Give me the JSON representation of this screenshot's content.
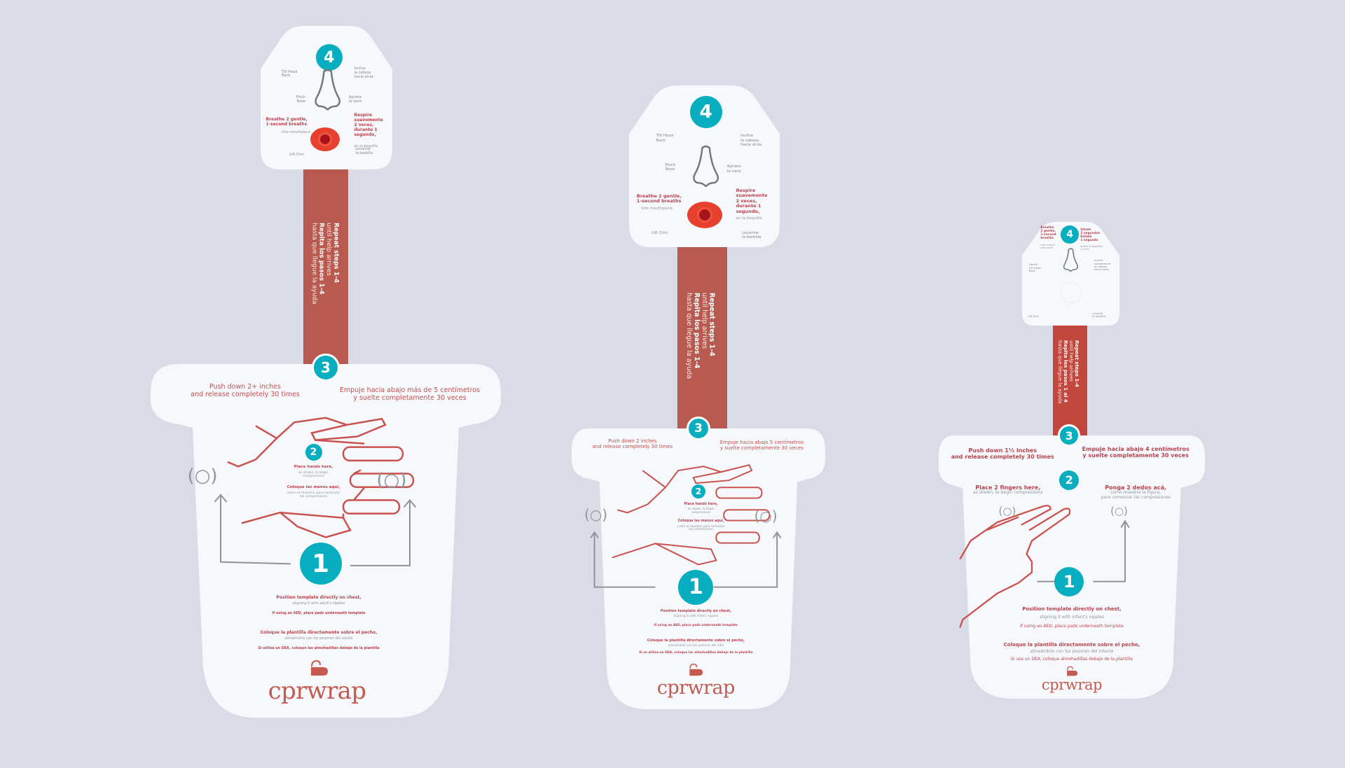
{
  "colors": {
    "background": "#d9dce6",
    "teal": "#07aebf",
    "strap": "#b85a4f",
    "text_red": "#b8434f",
    "grey": "#8d959b",
    "hand": "#c9524f"
  },
  "brand": "cprwrap",
  "wraps": {
    "adult": {
      "head": {
        "step": "4",
        "tilt_en": "Tilt Head\nBack",
        "tilt_es": "Incline\nla cabeza\nhacia atrás",
        "pinch_en": "Pinch\nNose",
        "pinch_es": "Apriete\nla nariz",
        "breathe_en": "Breathe 2 gentle,\n1-second breaths",
        "breathe_en_sub": "into mouthpiece",
        "breathe_es": "Respire\nsuavemente\n2 veces,\ndurante 1\nsegundo,",
        "breathe_es_sub": "en la boquilla",
        "chin_en": "Lift Chin",
        "chin_es": "Levantar\nla barbilla"
      },
      "strap": {
        "en": "Repeat steps 1-4",
        "en_sub": "until help arrives",
        "es": "Repita los pasos 1-4",
        "es_sub": "hasta que llegue la ayuda"
      },
      "body": {
        "step3": "3",
        "push_en": "Push down 2+ inches\nand release completely 30 times",
        "push_es": "Empuje hacia abajo más de 5 centímetros\ny suelte completamente 30 veces",
        "step2": "2",
        "place_en": "Place hands here,",
        "place_en_sub": "as shown, to begin\ncompressions",
        "place_es": "Coloque las manos aquí,",
        "place_es_sub": "como se muestra, para comenzar\nlas compresiones",
        "step1": "1",
        "pos_en": "Position template directly on chest,",
        "pos_en_sub": "aligning it with adult's nipples",
        "aed_en": "If using an AED, place pads underneath template",
        "pos_es": "Coloque la plantilla directamente sobre el pecho,",
        "pos_es_sub": "alineándola con los pezones del adulto",
        "aed_es": "Si utiliza un DEA, coloque las almohadillas debajo de la plantilla"
      }
    },
    "child": {
      "head": {
        "step": "4",
        "tilt_en": "Tilt Head\nBack",
        "tilt_es": "Incline\nla cabeza\nhacia atrás",
        "pinch_en": "Pinch\nNose",
        "pinch_es": "Apriete\nla nariz",
        "breathe_en": "Breathe 2 gentle,\n1-second breaths",
        "breathe_en_sub": "into mouthpiece",
        "breathe_es": "Respire\nsuavemente\n2 veces,\ndurante 1\nsegundo,",
        "breathe_es_sub": "en la boquilla",
        "chin_en": "Lift Chin",
        "chin_es": "Levantar\nla barbilla"
      },
      "strap": {
        "en": "Repeat steps 1-4",
        "en_sub": "until help arrives",
        "es": "Repita los pasos 1-4",
        "es_sub": "hasta que llegue la ayuda"
      },
      "body": {
        "step3": "3",
        "push_en": "Push down 2 inches\nand release completely 30 times",
        "push_es": "Empuje hacia abajo 5 centímetros\ny suelte completamente 30 veces",
        "step2": "2",
        "place_en": "Place hands here,",
        "place_en_sub": "as shown, to begin\ncompressions",
        "place_es": "Coloque las manos aquí,",
        "place_es_sub": "como se muestra, para comenzar\nlas compresiones",
        "step1": "1",
        "pos_en": "Position template directly on chest,",
        "pos_en_sub": "aligning it with child's nipples",
        "aed_en": "If using an AED, place pads underneath template",
        "pos_es": "Coloque la plantilla directamente sobre el pecho,",
        "pos_es_sub": "alineándola con los pezones del niño",
        "aed_es": "Si se utiliza un DEA, coloque las almohadillas debajo de la plantilla"
      }
    },
    "infant": {
      "head": {
        "step": "4",
        "breathe_en": "Breathe\n2 gentle,\n1-second\nbreaths",
        "breathe_en_sub": "into mouth\nand nose",
        "breathe_es": "Inhale\n2 segundos\nExhale\n1 segundo",
        "breathe_es_sub": "sobre la boquilla\ny nariz",
        "tilt_en": "Gently\nTilt Head\nBack",
        "tilt_es": "Incline\nsuavemente\nla cabeza\nhacia atrás",
        "chin_en": "Lift Chin",
        "chin_es": "Levante\nla barbilla"
      },
      "strap": {
        "en": "Repeat steps 1-4",
        "en_sub": "until help arrives",
        "es": "Repita los pasos 1 al 4",
        "es_sub": "hasta que llegue la ayuda"
      },
      "body": {
        "step3": "3",
        "push_en": "Push down 1½ inches\nand release completely 30 times",
        "push_es": "Empuje hacia abajo 4 centímetros\ny suelte completamente 30 veces",
        "step2": "2",
        "place_en": "Place 2 fingers here,",
        "place_en_sub": "as shown, to begin compressions",
        "place_es": "Ponga 2 dedos acá,",
        "place_es_sub": "como muestra la figura,\npara comenzar las compresiones",
        "step1": "1",
        "pos_en": "Position template directly on chest,",
        "pos_en_sub": "aligning it with infant's nipples",
        "aed_en": "If using an AED, place pads underneath template",
        "pos_es": "Coloque la plantilla directamente sobre el pecho,",
        "pos_es_sub": "alineándolo con los pezones del infante",
        "aed_es": "Si usa un DEA, coloque almohadillas debajo de la plantilla"
      }
    }
  }
}
